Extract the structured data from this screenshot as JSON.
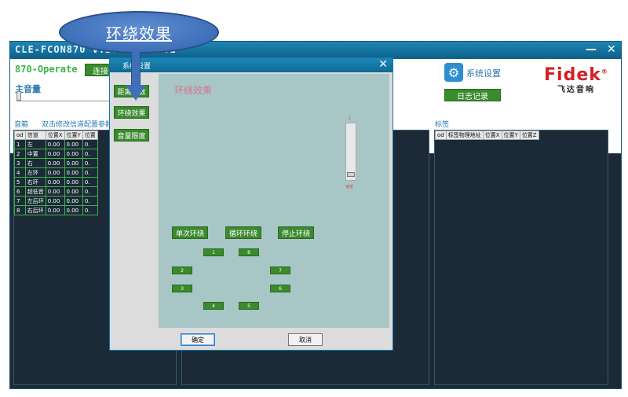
{
  "app": {
    "title": "CLE-FCON870 V:2025.02.001",
    "minimize_glyph": "—",
    "close_glyph": "✕",
    "operate_label": "870-Operate",
    "connect_button": "连接",
    "main_volume_label": "主音量",
    "system_settings_label": "系统设置",
    "log_button": "日志记录",
    "logo_main": "Fidek",
    "logo_registered": "®",
    "logo_sub": "飞达音响"
  },
  "channels": {
    "section_label": "音箱",
    "hint": "双击修改信道配置参数",
    "headers": [
      "od",
      "信道",
      "位置X",
      "位置Y",
      "位置"
    ],
    "rows": [
      [
        "1",
        "左",
        "0.00",
        "0.00",
        "0."
      ],
      [
        "2",
        "中置",
        "0.00",
        "0.00",
        "0."
      ],
      [
        "3",
        "右",
        "0.00",
        "0.00",
        "0."
      ],
      [
        "4",
        "左环",
        "0.00",
        "0.00",
        "0."
      ],
      [
        "5",
        "右环",
        "0.00",
        "0.00",
        "0."
      ],
      [
        "6",
        "超低音",
        "0.00",
        "0.00",
        "0."
      ],
      [
        "7",
        "左后环",
        "0.00",
        "0.00",
        "0."
      ],
      [
        "8",
        "右后环",
        "0.00",
        "0.00",
        "0."
      ]
    ]
  },
  "tags": {
    "section_label": "标签",
    "headers": [
      "od",
      "标签物理地址",
      "位置X",
      "位置Y",
      "位置Z"
    ]
  },
  "dialog": {
    "title": "系统设置",
    "close_glyph": "✕",
    "side_tabs": [
      "距离参数",
      "环绕效果",
      "音量限度"
    ],
    "content_title": "环绕效果",
    "slider_top_label": "1",
    "slider_bottom_label": "速度",
    "controls": [
      "单次环绕",
      "循环环绕",
      "停止环绕"
    ],
    "speakers": [
      "1",
      "8",
      "2",
      "7",
      "3",
      "6",
      "4",
      "5"
    ],
    "ok_button": "确定",
    "cancel_button": "取消"
  },
  "callout": {
    "text": "环绕效果"
  },
  "colors": {
    "accent_green": "#3a8a2e",
    "title_blue": "#1078ac",
    "dark_panel": "#1b2a36",
    "content_teal": "#a9c6c6",
    "logo_red": "#d42027"
  }
}
